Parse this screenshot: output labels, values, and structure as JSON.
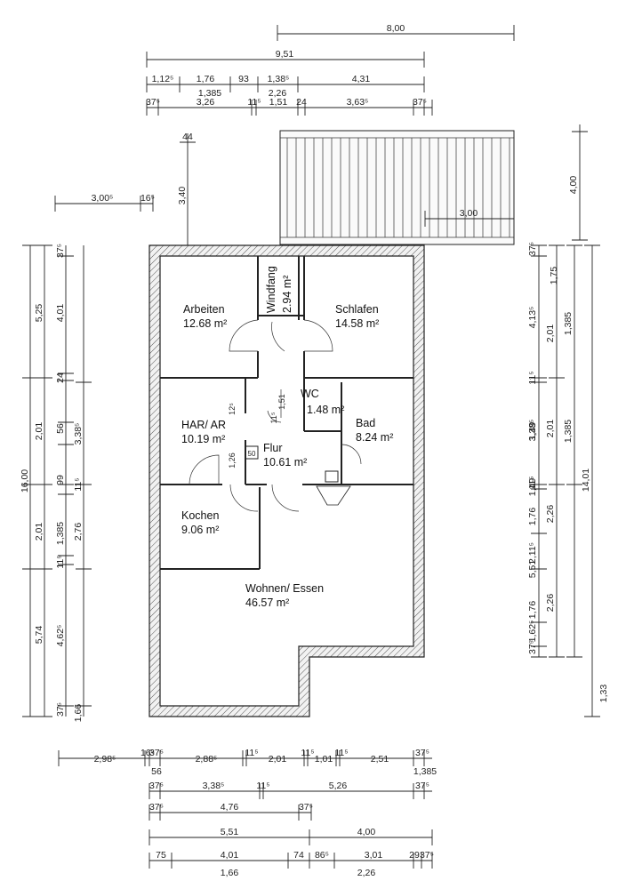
{
  "rooms": {
    "arbeiten": {
      "name": "Arbeiten",
      "area": "12.68 m²"
    },
    "windfang": {
      "name": "Windfang",
      "area": "2.94 m²"
    },
    "schlafen": {
      "name": "Schlafen",
      "area": "14.58 m²"
    },
    "wc": {
      "name": "WC",
      "area": "1.48 m²"
    },
    "bad": {
      "name": "Bad",
      "area": "8.24 m²"
    },
    "har": {
      "name": "HAR/ AR",
      "area": "10.19 m²"
    },
    "flur": {
      "name": "Flur",
      "area": "10.61 m²"
    },
    "kochen": {
      "name": "Kochen",
      "area": "9.06 m²"
    },
    "wohnen": {
      "name": "Wohnen/ Essen",
      "area": "46.57 m²"
    }
  },
  "dims": {
    "top": {
      "r0": [
        "8,00"
      ],
      "r1": [
        "9,51"
      ],
      "r2": [
        "1,12⁵",
        "1,76",
        "93",
        "1,38⁵",
        "4,31"
      ],
      "r2b": [
        "1,385",
        "2,26"
      ],
      "r3": [
        "37⁵",
        "3,26",
        "11⁵",
        "1,51",
        "24",
        "3,63⁵",
        "37⁵"
      ]
    },
    "misc": {
      "d44": "44",
      "d340": "3,40",
      "d3005": "3,00⁵",
      "d165": "16⁵",
      "d300": "3,00",
      "d400": "4,00"
    },
    "left": [
      "16,00",
      "5,25",
      "2,01",
      "2,01",
      "5,74",
      "37⁵",
      "4,01",
      "24",
      "56",
      "99",
      "1,385",
      "11⁵",
      "4,62⁵",
      "37⁵",
      "3,38⁵",
      "11⁵",
      "2,76",
      "1,66"
    ],
    "right": [
      "14,01",
      "1,385",
      "1,385",
      "1,75",
      "2,01",
      "2,01",
      "37⁵",
      "4,13⁵",
      "11⁵",
      "1,49",
      "3,38⁵",
      "11⁵",
      "1,49",
      "1,76",
      "2,11⁵",
      "5,51",
      "1,76",
      "1,62⁵",
      "37⁵",
      "2,26",
      "2,26",
      "1,33"
    ],
    "bottom": {
      "r1": [
        "2,98⁵",
        "16⁵",
        "37⁵",
        "2,88⁵",
        "11⁵",
        "2,01",
        "11⁵",
        "1,01",
        "11⁵",
        "2,51",
        "37⁵"
      ],
      "r1b": [
        "56",
        "1,385"
      ],
      "r2": [
        "37⁵",
        "3,38⁵",
        "11⁵",
        "5,26",
        "37⁵"
      ],
      "r3": [
        "37⁵",
        "4,76",
        "37⁵"
      ],
      "r4": [
        "5,51",
        "4,00"
      ],
      "r5": [
        "75",
        "4,01",
        "74",
        "86⁵",
        "3,01",
        "29",
        "37⁵"
      ],
      "r5b": [
        "1,66",
        "2,26"
      ]
    }
  }
}
